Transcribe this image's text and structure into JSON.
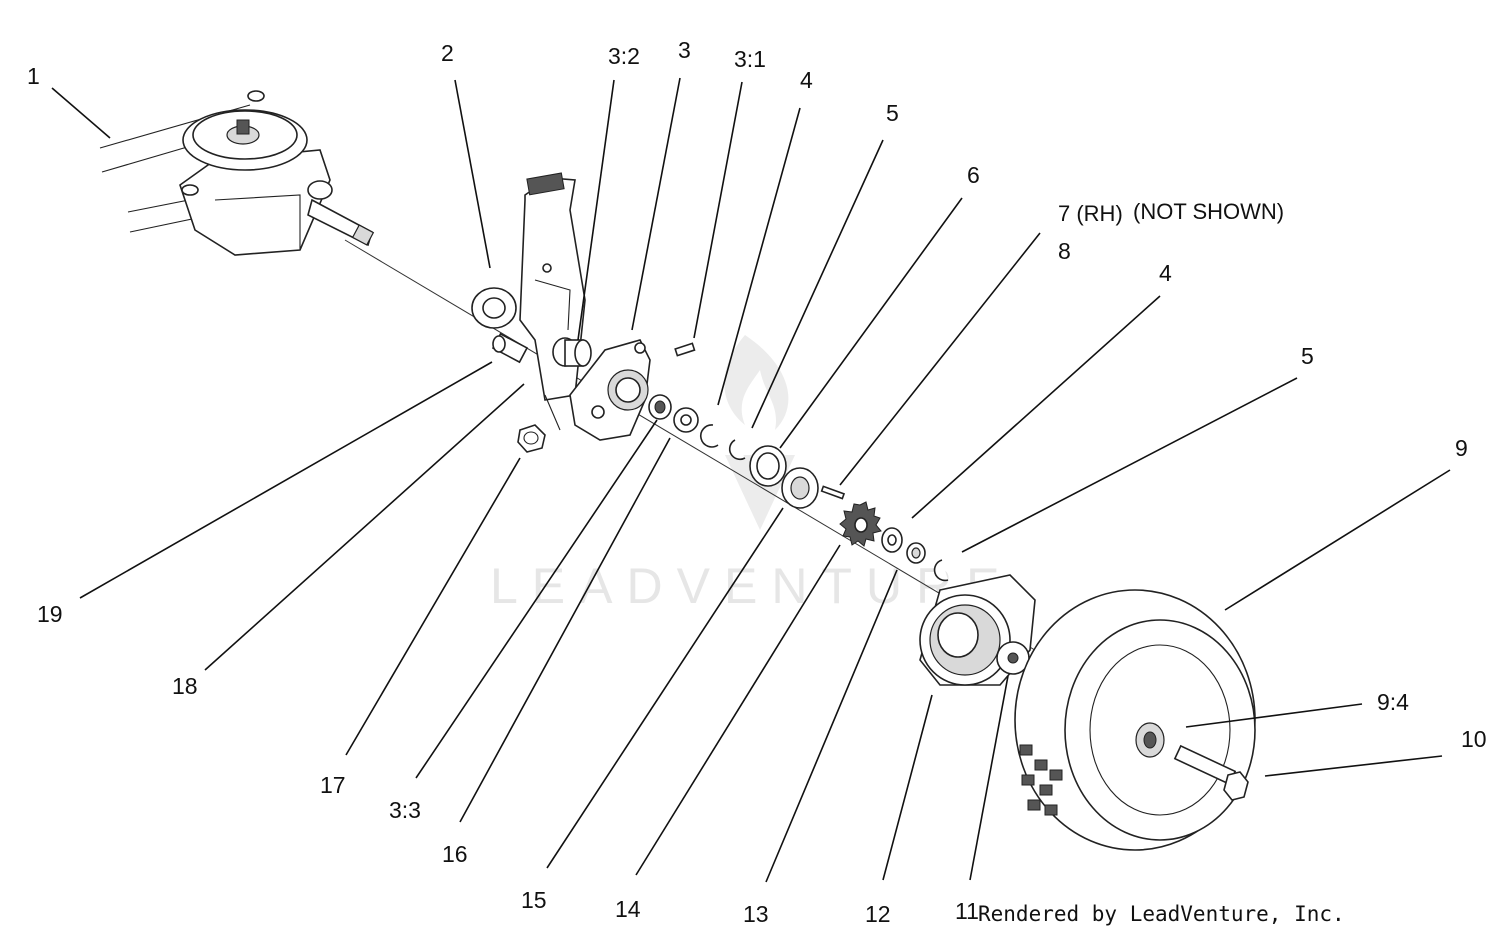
{
  "watermark": "LEADVENTURE",
  "credit": "Rendered by LeadVenture, Inc.",
  "callouts": [
    {
      "id": "c1",
      "text": "1"
    },
    {
      "id": "c2",
      "text": "2"
    },
    {
      "id": "c32",
      "text": "3:2"
    },
    {
      "id": "c3",
      "text": "3"
    },
    {
      "id": "c31",
      "text": "3:1"
    },
    {
      "id": "c4a",
      "text": "4"
    },
    {
      "id": "c5a",
      "text": "5"
    },
    {
      "id": "c6",
      "text": "6"
    },
    {
      "id": "c7",
      "text": "7 (RH)"
    },
    {
      "id": "c7n",
      "text": "(NOT SHOWN)"
    },
    {
      "id": "c8",
      "text": "8"
    },
    {
      "id": "c4b",
      "text": "4"
    },
    {
      "id": "c5b",
      "text": "5"
    },
    {
      "id": "c9",
      "text": "9"
    },
    {
      "id": "c94",
      "text": "9:4"
    },
    {
      "id": "c10",
      "text": "10"
    },
    {
      "id": "c19",
      "text": "19"
    },
    {
      "id": "c18",
      "text": "18"
    },
    {
      "id": "c17",
      "text": "17"
    },
    {
      "id": "c33",
      "text": "3:3"
    },
    {
      "id": "c16",
      "text": "16"
    },
    {
      "id": "c15",
      "text": "15"
    },
    {
      "id": "c14",
      "text": "14"
    },
    {
      "id": "c13",
      "text": "13"
    },
    {
      "id": "c12",
      "text": "12"
    },
    {
      "id": "c11",
      "text": "11"
    }
  ]
}
